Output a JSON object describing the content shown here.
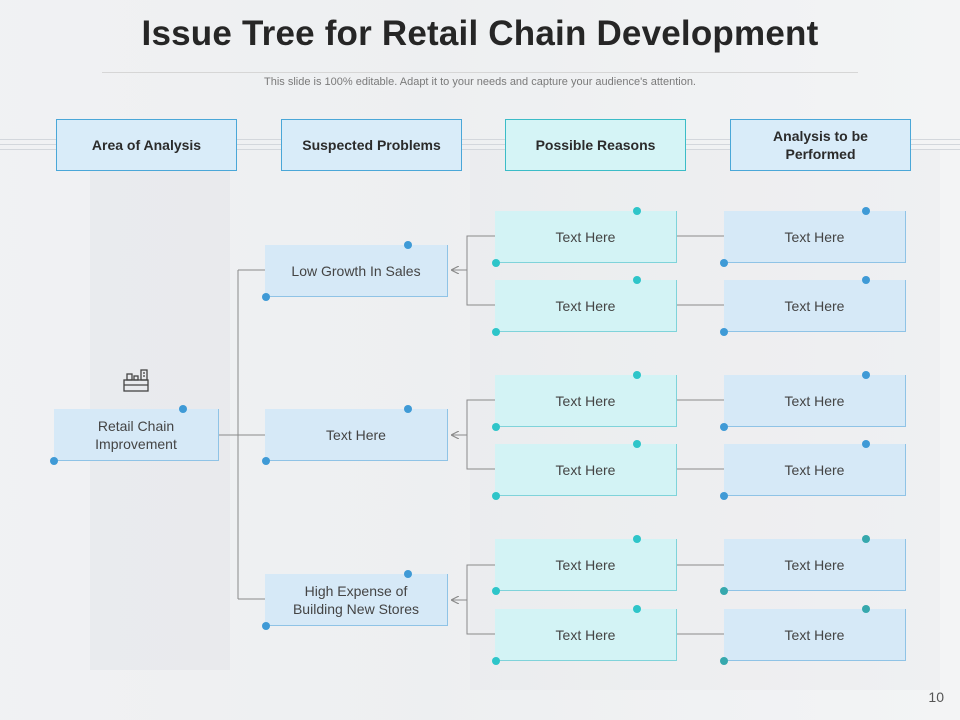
{
  "slide": {
    "title": "Issue Tree for Retail Chain Development",
    "subtitle": "This slide is 100% editable. Adapt it to your needs and capture your audience's attention.",
    "page_number": "10"
  },
  "headers": [
    {
      "label": "Area of Analysis"
    },
    {
      "label": "Suspected Problems"
    },
    {
      "label": "Possible Reasons"
    },
    {
      "label": "Analysis  to be Performed"
    }
  ],
  "root": {
    "label": "Retail Chain Improvement",
    "icon": "store-shelf-icon"
  },
  "problems": [
    {
      "label": "Low Growth In Sales"
    },
    {
      "label": "Text Here"
    },
    {
      "label": "High Expense of Building New Stores"
    }
  ],
  "reasons": [
    {
      "label": "Text Here"
    },
    {
      "label": "Text Here"
    },
    {
      "label": "Text Here"
    },
    {
      "label": "Text Here"
    },
    {
      "label": "Text Here"
    },
    {
      "label": "Text Here"
    }
  ],
  "analyses": [
    {
      "label": "Text Here"
    },
    {
      "label": "Text Here"
    },
    {
      "label": "Text Here"
    },
    {
      "label": "Text Here"
    },
    {
      "label": "Text Here"
    },
    {
      "label": "Text Here"
    }
  ],
  "colors": {
    "header_border_blue": "#4aa7d8",
    "header_border_teal": "#3bbcc7",
    "box_blue": "#d6e9f7",
    "box_teal": "#d3f3f5",
    "dot_blue": "#3f9ad6",
    "dot_teal": "#2ec5c9",
    "connector": "#8a8a8a"
  }
}
